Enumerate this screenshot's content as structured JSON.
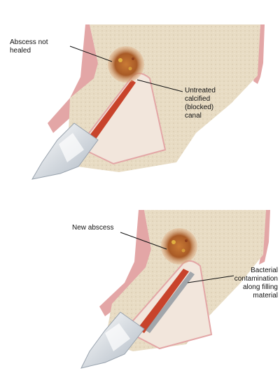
{
  "diagram": {
    "top": {
      "labels": {
        "abscess": "Abscess not\nhealed",
        "canal": "Untreated\ncalcified\n(blocked)\ncanal"
      }
    },
    "bottom": {
      "labels": {
        "abscess": "New abscess",
        "contamination": "Bacterial\ncontamination\nalong filling\nmaterial"
      }
    },
    "colors": {
      "bone": "#e8dcc4",
      "gum": "#e3a6a6",
      "root": "#f2e6dc",
      "pulp": "#c8432b",
      "enamel": "#d9dfe6",
      "abscess": "#b8652a",
      "line": "#111111"
    }
  }
}
